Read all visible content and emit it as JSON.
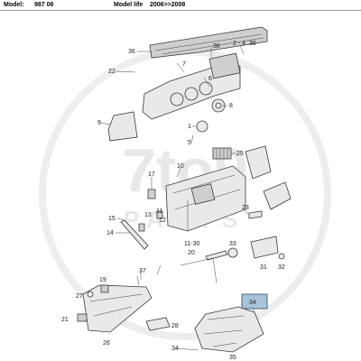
{
  "header": {
    "model_label": "Model:",
    "model_value": "987 06",
    "life_label": "Model life",
    "life_value": "2006>>2008"
  },
  "watermark": {
    "brand": "7to9",
    "subtitle": "PARTS"
  },
  "callouts": {
    "c36a": "36",
    "c38": "38",
    "c24": "2 - 4",
    "c36b": "36",
    "c22": "22",
    "c7": "7",
    "c6": "6",
    "c8": "8",
    "c9": "9",
    "c1": "1",
    "c5": "5",
    "c25": "25",
    "c10": "10",
    "c17": "17",
    "c11": "11",
    "c12": "12",
    "c13": "13",
    "c15": "15",
    "c14": "14",
    "c23": "23",
    "c1130": "11-30",
    "c20": "20",
    "c33": "33",
    "c31": "31",
    "c32": "32",
    "c37": "37",
    "c19": "19",
    "c27": "27",
    "c21": "21",
    "c26": "26",
    "c28": "28",
    "c34a": "34",
    "c34b": "34",
    "c35": "35"
  }
}
